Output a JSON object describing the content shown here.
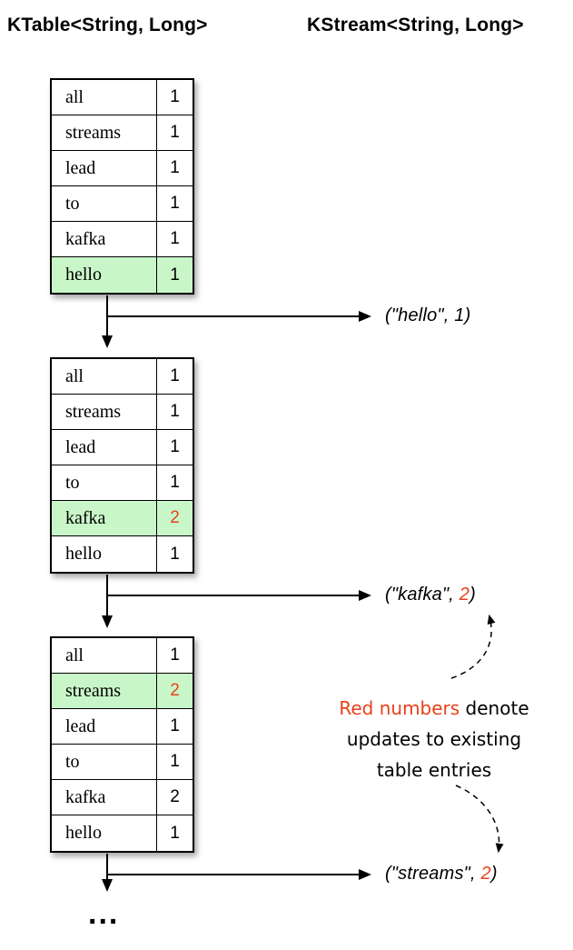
{
  "titles": {
    "ktable": "KTable<String, Long>",
    "kstream": "KStream<String, Long>"
  },
  "colors": {
    "highlight": "#c9f6c9",
    "red": "#e8401a"
  },
  "tables": [
    {
      "rows": [
        {
          "key": "all",
          "value": "1",
          "highlight": false,
          "red": false
        },
        {
          "key": "streams",
          "value": "1",
          "highlight": false,
          "red": false
        },
        {
          "key": "lead",
          "value": "1",
          "highlight": false,
          "red": false
        },
        {
          "key": "to",
          "value": "1",
          "highlight": false,
          "red": false
        },
        {
          "key": "kafka",
          "value": "1",
          "highlight": false,
          "red": false
        },
        {
          "key": "hello",
          "value": "1",
          "highlight": true,
          "red": false
        }
      ]
    },
    {
      "rows": [
        {
          "key": "all",
          "value": "1",
          "highlight": false,
          "red": false
        },
        {
          "key": "streams",
          "value": "1",
          "highlight": false,
          "red": false
        },
        {
          "key": "lead",
          "value": "1",
          "highlight": false,
          "red": false
        },
        {
          "key": "to",
          "value": "1",
          "highlight": false,
          "red": false
        },
        {
          "key": "kafka",
          "value": "2",
          "highlight": true,
          "red": true
        },
        {
          "key": "hello",
          "value": "1",
          "highlight": false,
          "red": false
        }
      ]
    },
    {
      "rows": [
        {
          "key": "all",
          "value": "1",
          "highlight": false,
          "red": false
        },
        {
          "key": "streams",
          "value": "2",
          "highlight": true,
          "red": true
        },
        {
          "key": "lead",
          "value": "1",
          "highlight": false,
          "red": false
        },
        {
          "key": "to",
          "value": "1",
          "highlight": false,
          "red": false
        },
        {
          "key": "kafka",
          "value": "2",
          "highlight": false,
          "red": false
        },
        {
          "key": "hello",
          "value": "1",
          "highlight": false,
          "red": false
        }
      ]
    }
  ],
  "emits": [
    {
      "prefix": "(\"hello\", ",
      "value": "1",
      "suffix": ")",
      "red": false
    },
    {
      "prefix": "(\"kafka\", ",
      "value": "2",
      "suffix": ")",
      "red": true
    },
    {
      "prefix": "(\"streams\", ",
      "value": "2",
      "suffix": ")",
      "red": true
    }
  ],
  "annotation": {
    "highlight": "Red numbers",
    "line1_rest": " denote",
    "line2": "updates to existing",
    "line3": "table entries"
  },
  "ellipsis": "..."
}
